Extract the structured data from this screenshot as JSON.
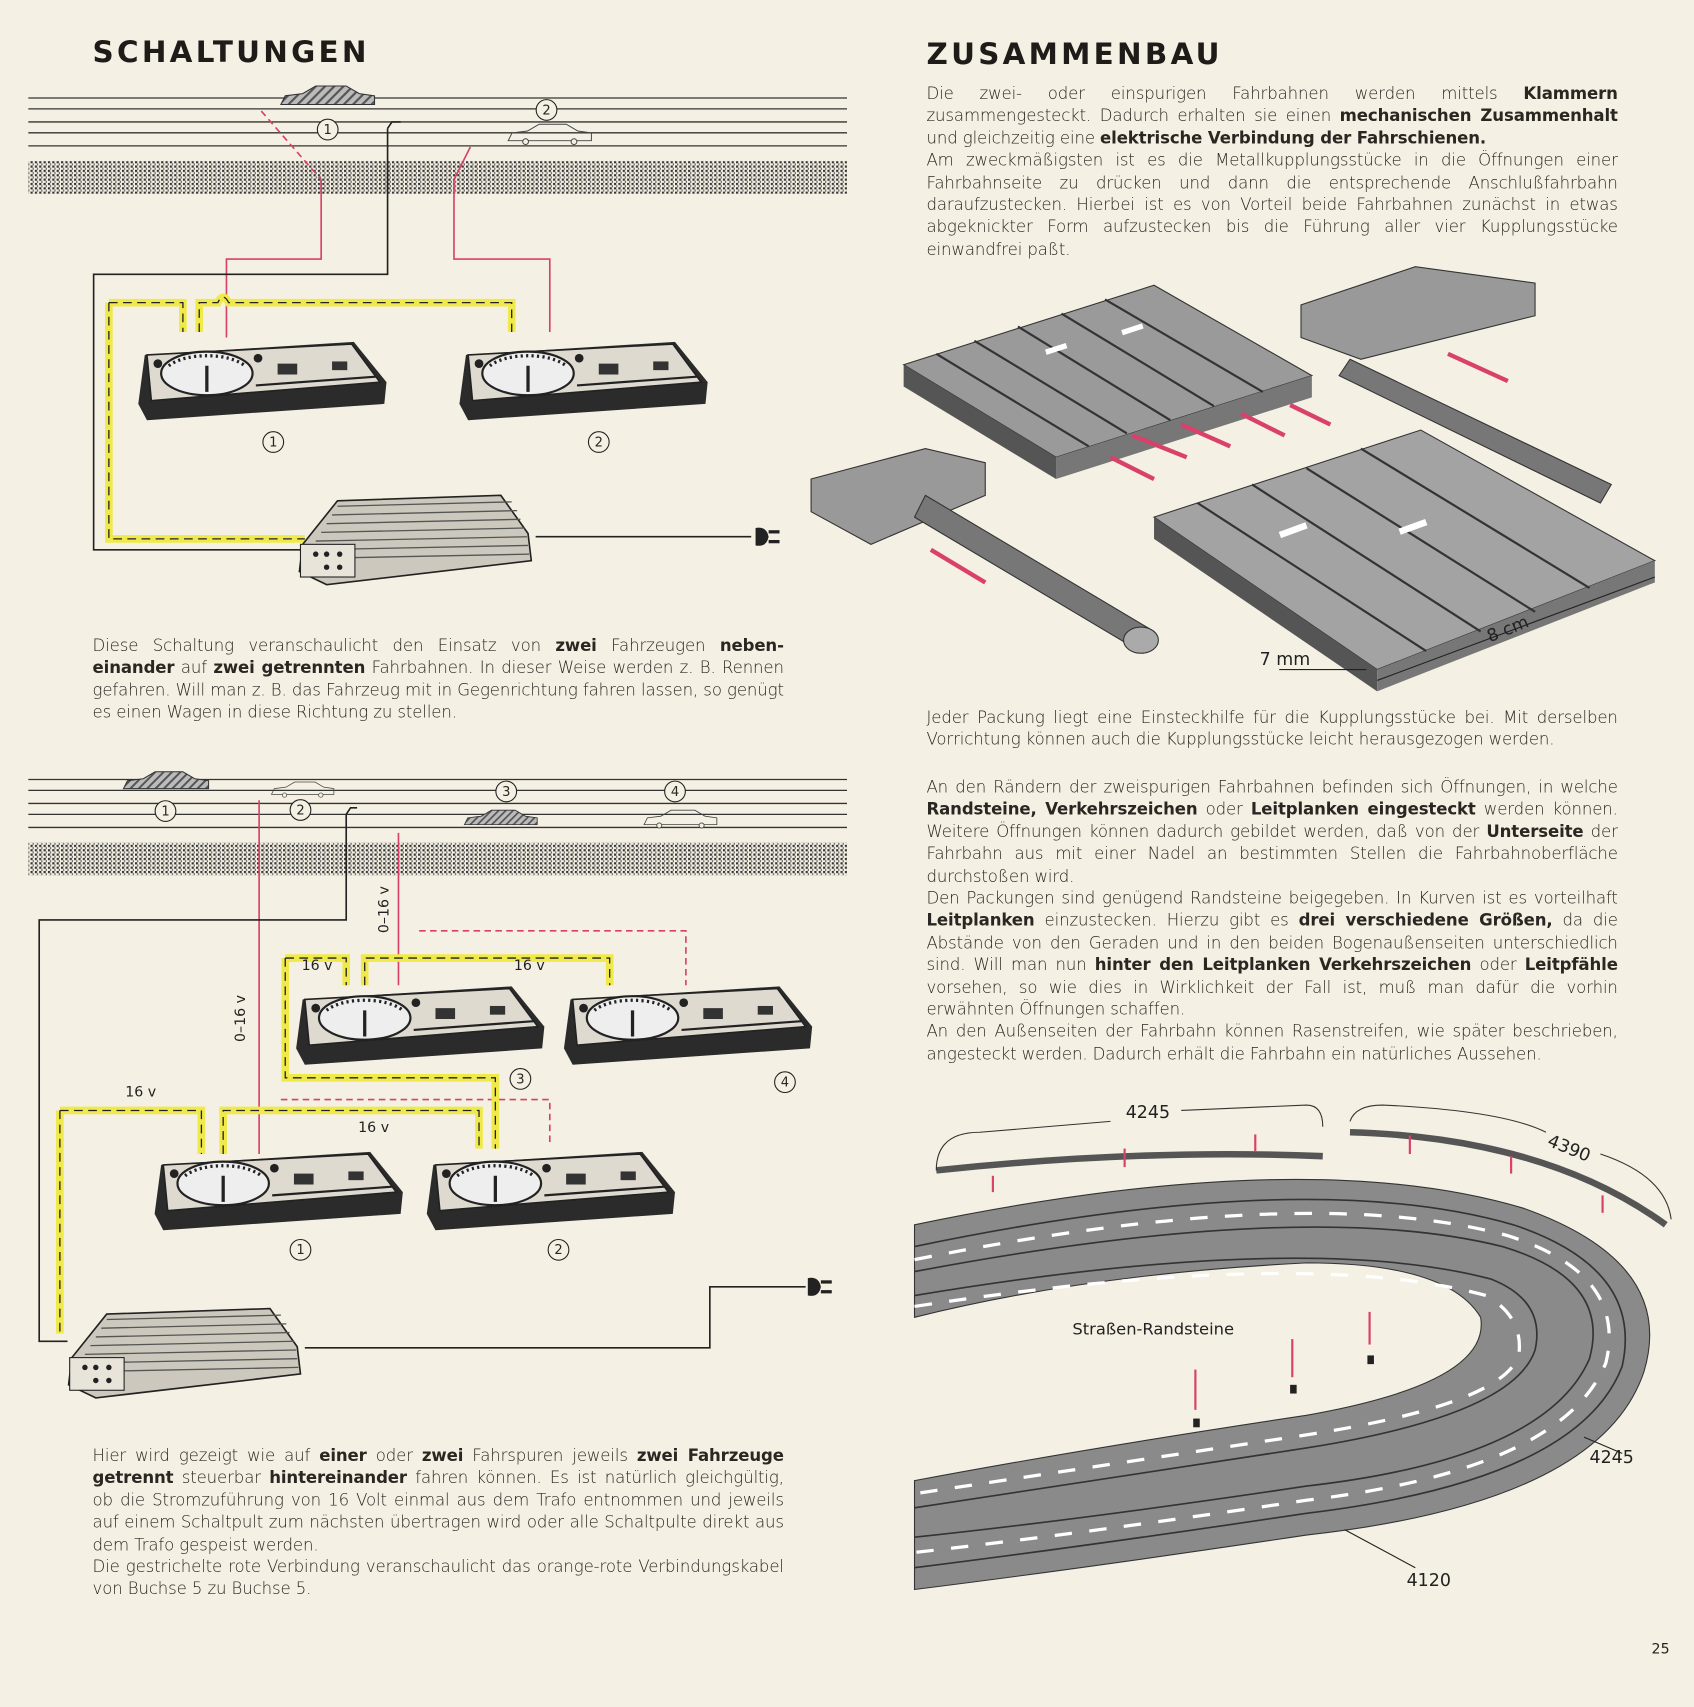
{
  "left": {
    "heading": "SCHALTUNGEN",
    "diagram1": {
      "labels": [
        "1",
        "2",
        "1",
        "2"
      ]
    },
    "para1": [
      [
        {
          "t": "Diese Schaltung veranschaulicht den Einsatz von "
        },
        {
          "t": "zwei",
          "b": true
        },
        {
          "t": " Fahrzeugen "
        },
        {
          "t": "neben-einander",
          "b": true
        },
        {
          "t": " auf "
        },
        {
          "t": "zwei getrennten",
          "b": true
        },
        {
          "t": " Fahrbahnen. In dieser Weise werden z. B. Rennen gefahren. Will man z. B. das Fahrzeug mit in Gegenrichtung fahren lassen, so genügt es einen Wagen in diese Richtung zu stellen."
        }
      ]
    ],
    "diagram2": {
      "labels": [
        "1",
        "2",
        "3",
        "4",
        "3",
        "4",
        "1",
        "2"
      ],
      "voltages": [
        "16 v",
        "16 v",
        "0–16 v",
        "0–16 v",
        "16 v",
        "16 v"
      ]
    },
    "para2": [
      [
        {
          "t": "Hier wird gezeigt wie auf "
        },
        {
          "t": "einer",
          "b": true
        },
        {
          "t": " oder "
        },
        {
          "t": "zwei",
          "b": true
        },
        {
          "t": " Fahrspuren jeweils "
        },
        {
          "t": "zwei Fahrzeuge getrennt",
          "b": true
        },
        {
          "t": " steuerbar "
        },
        {
          "t": "hintereinander",
          "b": true
        },
        {
          "t": " fahren können. Es ist natürlich gleichgültig, ob die Stromzuführung von 16 Volt einmal aus dem Trafo entnommen und jeweils auf einem Schaltpult zum nächsten übertragen wird oder alle Schaltpulte direkt aus dem Trafo gespeist werden."
        }
      ],
      [
        {
          "t": "Die gestrichelte rote Verbindung veranschaulicht das orange-rote Verbindungskabel von Buchse 5 zu Buchse 5."
        }
      ]
    ]
  },
  "right": {
    "heading": "ZUSAMMENBAU",
    "para1": [
      [
        {
          "t": "Die zwei- oder einspurigen Fahrbahnen werden mittels "
        },
        {
          "t": "Klammern",
          "b": true
        },
        {
          "t": " zusammengesteckt. Dadurch erhalten sie einen "
        },
        {
          "t": "mechanischen Zusammenhalt",
          "b": true
        },
        {
          "t": " und gleichzeitig eine "
        },
        {
          "t": "elektrische Verbindung der Fahrschienen.",
          "b": true
        }
      ],
      [
        {
          "t": "Am zweckmäßigsten ist es die Metallkupplungsstücke in die Öffnungen einer Fahrbahnseite zu drücken und dann die entsprechende Anschlußfahrbahn daraufzustecken. Hierbei ist es von Vorteil beide Fahrbahnen zunächst in etwas abgeknickter Form aufzustecken bis die Führung aller vier Kupplungsstücke einwandfrei paßt."
        }
      ]
    ],
    "fig1": {
      "dim_height": "7 mm",
      "dim_width": "8 cm"
    },
    "para2": [
      [
        {
          "t": "Jeder Packung liegt eine Einsteckhilfe für die Kupplungsstücke bei. Mit derselben Vorrichtung können auch die Kupplungsstücke leicht herausgezogen werden."
        }
      ]
    ],
    "para3": [
      [
        {
          "t": "An den Rändern der zweispurigen Fahrbahnen befinden sich Öffnungen, in welche "
        },
        {
          "t": "Randsteine, Verkehrszeichen",
          "b": true
        },
        {
          "t": " oder "
        },
        {
          "t": "Leitplanken eingesteckt",
          "b": true
        },
        {
          "t": " werden können. Weitere Öffnungen können dadurch gebildet werden, daß von der "
        },
        {
          "t": "Unterseite",
          "b": true
        },
        {
          "t": " der Fahrbahn aus mit einer Nadel an bestimmten Stellen die Fahrbahnoberfläche durchstoßen wird."
        }
      ],
      [
        {
          "t": "Den Packungen sind genügend Randsteine beigegeben. In Kurven ist es vorteilhaft "
        },
        {
          "t": "Leitplanken",
          "b": true
        },
        {
          "t": " einzustecken. Hierzu gibt es "
        },
        {
          "t": "drei verschiedene Größen,",
          "b": true
        },
        {
          "t": " da die Abstände von den Geraden und in den beiden Bogenaußenseiten unterschiedlich sind. Will man nun "
        },
        {
          "t": "hinter den Leitplanken Verkehrszeichen",
          "b": true
        },
        {
          "t": " oder "
        },
        {
          "t": "Leitpfähle",
          "b": true
        },
        {
          "t": " vorsehen, so wie dies in Wirklichkeit der Fall ist, muß man dafür die vorhin erwähnten Öffnungen schaffen."
        }
      ],
      [
        {
          "t": "An den Außenseiten der Fahrbahn können Rasenstreifen, wie später beschrieben, angesteckt werden. Dadurch erhält die Fahrbahn ein natürliches Aussehen."
        }
      ]
    ],
    "fig2": {
      "labels": [
        "4245",
        "4390",
        "Straßen-Randsteine",
        "4245",
        "4120"
      ]
    }
  },
  "page_number": "25",
  "colors": {
    "paper": "#f4f0e3",
    "wire_red": "#e0406a",
    "wire_yellow": "#f3ee4a",
    "arrow": "#d9416b"
  }
}
